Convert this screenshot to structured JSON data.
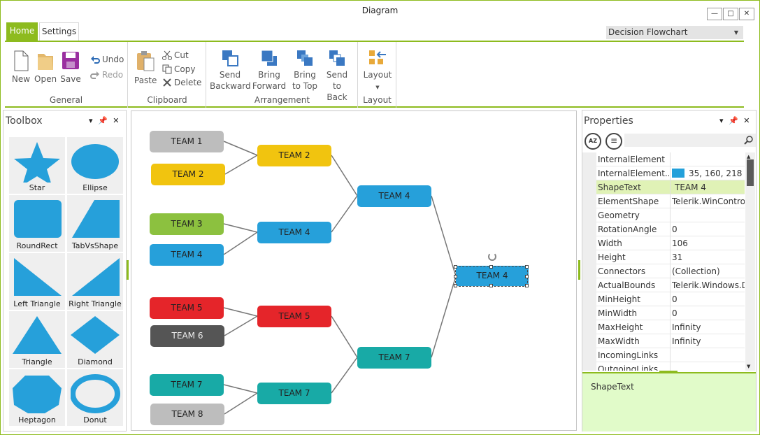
{
  "window": {
    "title": "Diagram",
    "minimize": "—",
    "maximize": "□",
    "close": "✕"
  },
  "tabs": [
    {
      "label": "Home"
    },
    {
      "label": "Settings"
    }
  ],
  "template_select": {
    "value": "Decision Flowchart"
  },
  "ribbon": {
    "general": {
      "label": "General",
      "new": "New",
      "open": "Open",
      "save": "Save",
      "undo": "Undo",
      "redo": "Redo"
    },
    "clipboard": {
      "label": "Clipboard",
      "paste": "Paste",
      "cut": "Cut",
      "copy": "Copy",
      "delete": "Delete"
    },
    "arrangement": {
      "label": "Arrangement",
      "send_backward": [
        "Send",
        "Backward"
      ],
      "bring_forward": [
        "Bring",
        "Forward"
      ],
      "bring_to_top": [
        "Bring",
        "to Top"
      ],
      "send_to_back": [
        "Send",
        "to Back"
      ]
    },
    "layout": {
      "label": "Layout",
      "layout": "Layout"
    }
  },
  "toolbox": {
    "title": "Toolbox",
    "items": [
      {
        "label": "Star",
        "icon": "star-shape"
      },
      {
        "label": "Ellipse",
        "icon": "ellipse-shape"
      },
      {
        "label": "RoundRect",
        "icon": "roundrect-shape"
      },
      {
        "label": "TabVsShape",
        "icon": "tab-shape"
      },
      {
        "label": "Left Triangle",
        "icon": "left-triangle-shape"
      },
      {
        "label": "Right Triangle",
        "icon": "right-triangle-shape"
      },
      {
        "label": "Triangle",
        "icon": "triangle-shape"
      },
      {
        "label": "Diamond",
        "icon": "diamond-shape"
      },
      {
        "label": "Heptagon",
        "icon": "heptagon-shape"
      },
      {
        "label": "Donut",
        "icon": "donut-shape"
      }
    ]
  },
  "diagram": {
    "nodes": [
      {
        "label": "TEAM 1",
        "color": "#bdbdbd"
      },
      {
        "label": "TEAM 2",
        "color": "#f1c40f"
      },
      {
        "label": "TEAM 3",
        "color": "#8cc13f"
      },
      {
        "label": "TEAM 4",
        "color": "#26a0da"
      },
      {
        "label": "TEAM 5",
        "color": "#e5252a"
      },
      {
        "label": "TEAM 6",
        "color": "#555555"
      },
      {
        "label": "TEAM 7",
        "color": "#18aaa6"
      },
      {
        "label": "TEAM 8",
        "color": "#bdbdbd"
      },
      {
        "label": "TEAM 2",
        "color": "#f1c40f"
      },
      {
        "label": "TEAM 4",
        "color": "#26a0da"
      },
      {
        "label": "TEAM 5",
        "color": "#e5252a"
      },
      {
        "label": "TEAM 7",
        "color": "#18aaa6"
      },
      {
        "label": "TEAM 4",
        "color": "#26a0da"
      },
      {
        "label": "TEAM 7",
        "color": "#18aaa6"
      },
      {
        "label": "TEAM 4",
        "color": "#26a0da"
      }
    ]
  },
  "properties": {
    "title": "Properties",
    "rows": [
      {
        "name": "InternalElement",
        "value": ""
      },
      {
        "name": "InternalElement...",
        "value": "35, 160, 218"
      },
      {
        "name": "ShapeText",
        "value": "TEAM 4"
      },
      {
        "name": "ElementShape",
        "value": "Telerik.WinControl"
      },
      {
        "name": "Geometry",
        "value": ""
      },
      {
        "name": "RotationAngle",
        "value": "0"
      },
      {
        "name": "Width",
        "value": "106"
      },
      {
        "name": "Height",
        "value": "31"
      },
      {
        "name": "Connectors",
        "value": "(Collection)"
      },
      {
        "name": "ActualBounds",
        "value": "Telerik.Windows.D"
      },
      {
        "name": "MinHeight",
        "value": "0"
      },
      {
        "name": "MinWidth",
        "value": "0"
      },
      {
        "name": "MaxHeight",
        "value": "Infinity"
      },
      {
        "name": "MaxWidth",
        "value": "Infinity"
      },
      {
        "name": "IncomingLinks",
        "value": ""
      },
      {
        "name": "OutgoingLinks",
        "value": ""
      }
    ],
    "description": "ShapeText",
    "swatch_color": "#23a0da"
  }
}
